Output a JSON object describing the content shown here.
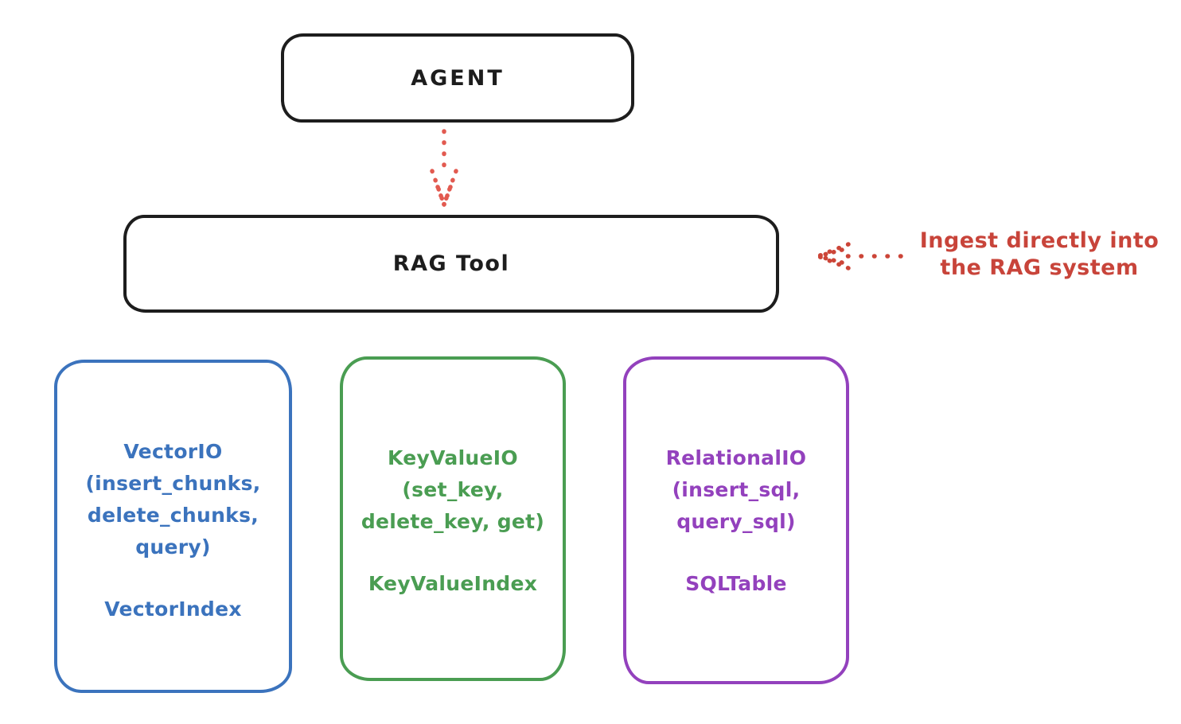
{
  "title": "RAG system architecture diagram",
  "colors": {
    "ink": "#1d1d1d",
    "background": "#ffffff",
    "arrow_red": "#e25a50",
    "annotation_red": "#c8443a",
    "vector_blue": "#3b73bd",
    "keyvalue_green": "#4a9d52",
    "relational_purple": "#9341bd"
  },
  "agent_box": {
    "label": "AGENT"
  },
  "rag_tool_box": {
    "label": "RAG Tool"
  },
  "annotation": {
    "line1": "Ingest directly into",
    "line2": "the RAG system"
  },
  "backends": [
    {
      "name": "VectorIO",
      "lines": [
        "VectorIO",
        "(insert_chunks,",
        "delete_chunks,",
        "query)"
      ],
      "index_label": "VectorIndex",
      "color": "#3b73bd"
    },
    {
      "name": "KeyValueIO",
      "lines": [
        "KeyValueIO",
        "(set_key,",
        "delete_key, get)"
      ],
      "index_label": "KeyValueIndex",
      "color": "#4a9d52"
    },
    {
      "name": "RelationalIO",
      "lines": [
        "RelationalIO",
        "(insert_sql,",
        "query_sql)"
      ],
      "index_label": "SQLTable",
      "color": "#9341bd"
    }
  ],
  "icons": {
    "agent_to_rag": "dotted-down-arrow",
    "annotation_to_rag": "dotted-left-arrow"
  }
}
